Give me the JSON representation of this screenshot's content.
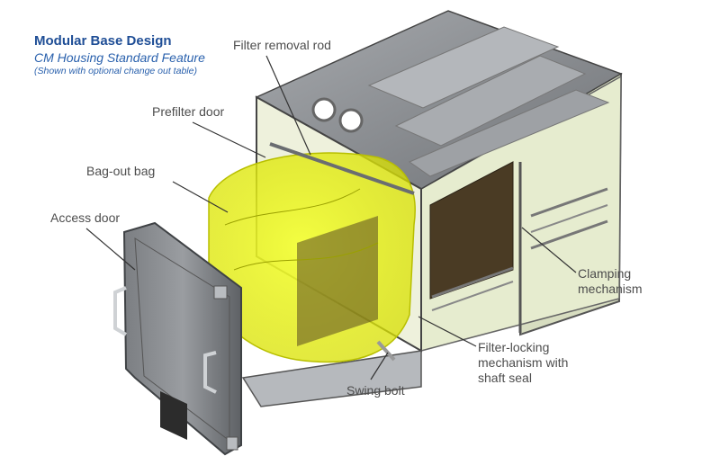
{
  "title": {
    "main": "Modular Base Design",
    "subtitle": "CM Housing Standard Feature",
    "note": "(Shown with optional change out table)"
  },
  "callouts": {
    "filter_removal_rod": "Filter removal rod",
    "prefilter_door": "Prefilter door",
    "bag_out_bag": "Bag-out bag",
    "access_door": "Access door",
    "clamping_line1": "Clamping",
    "clamping_line2": "mechanism",
    "locking_line1": "Filter-locking",
    "locking_line2": "mechanism with",
    "locking_line3": "shaft seal",
    "swing_bolt": "Swing bolt"
  },
  "colors": {
    "title_blue": "#1f4e96",
    "callout_text": "#4d4d4d",
    "housing_grey": "#8c8f93",
    "glass_green": "#e6eccf",
    "bag_yellow": "#e8f000",
    "filter_brown": "#4a3b24"
  }
}
